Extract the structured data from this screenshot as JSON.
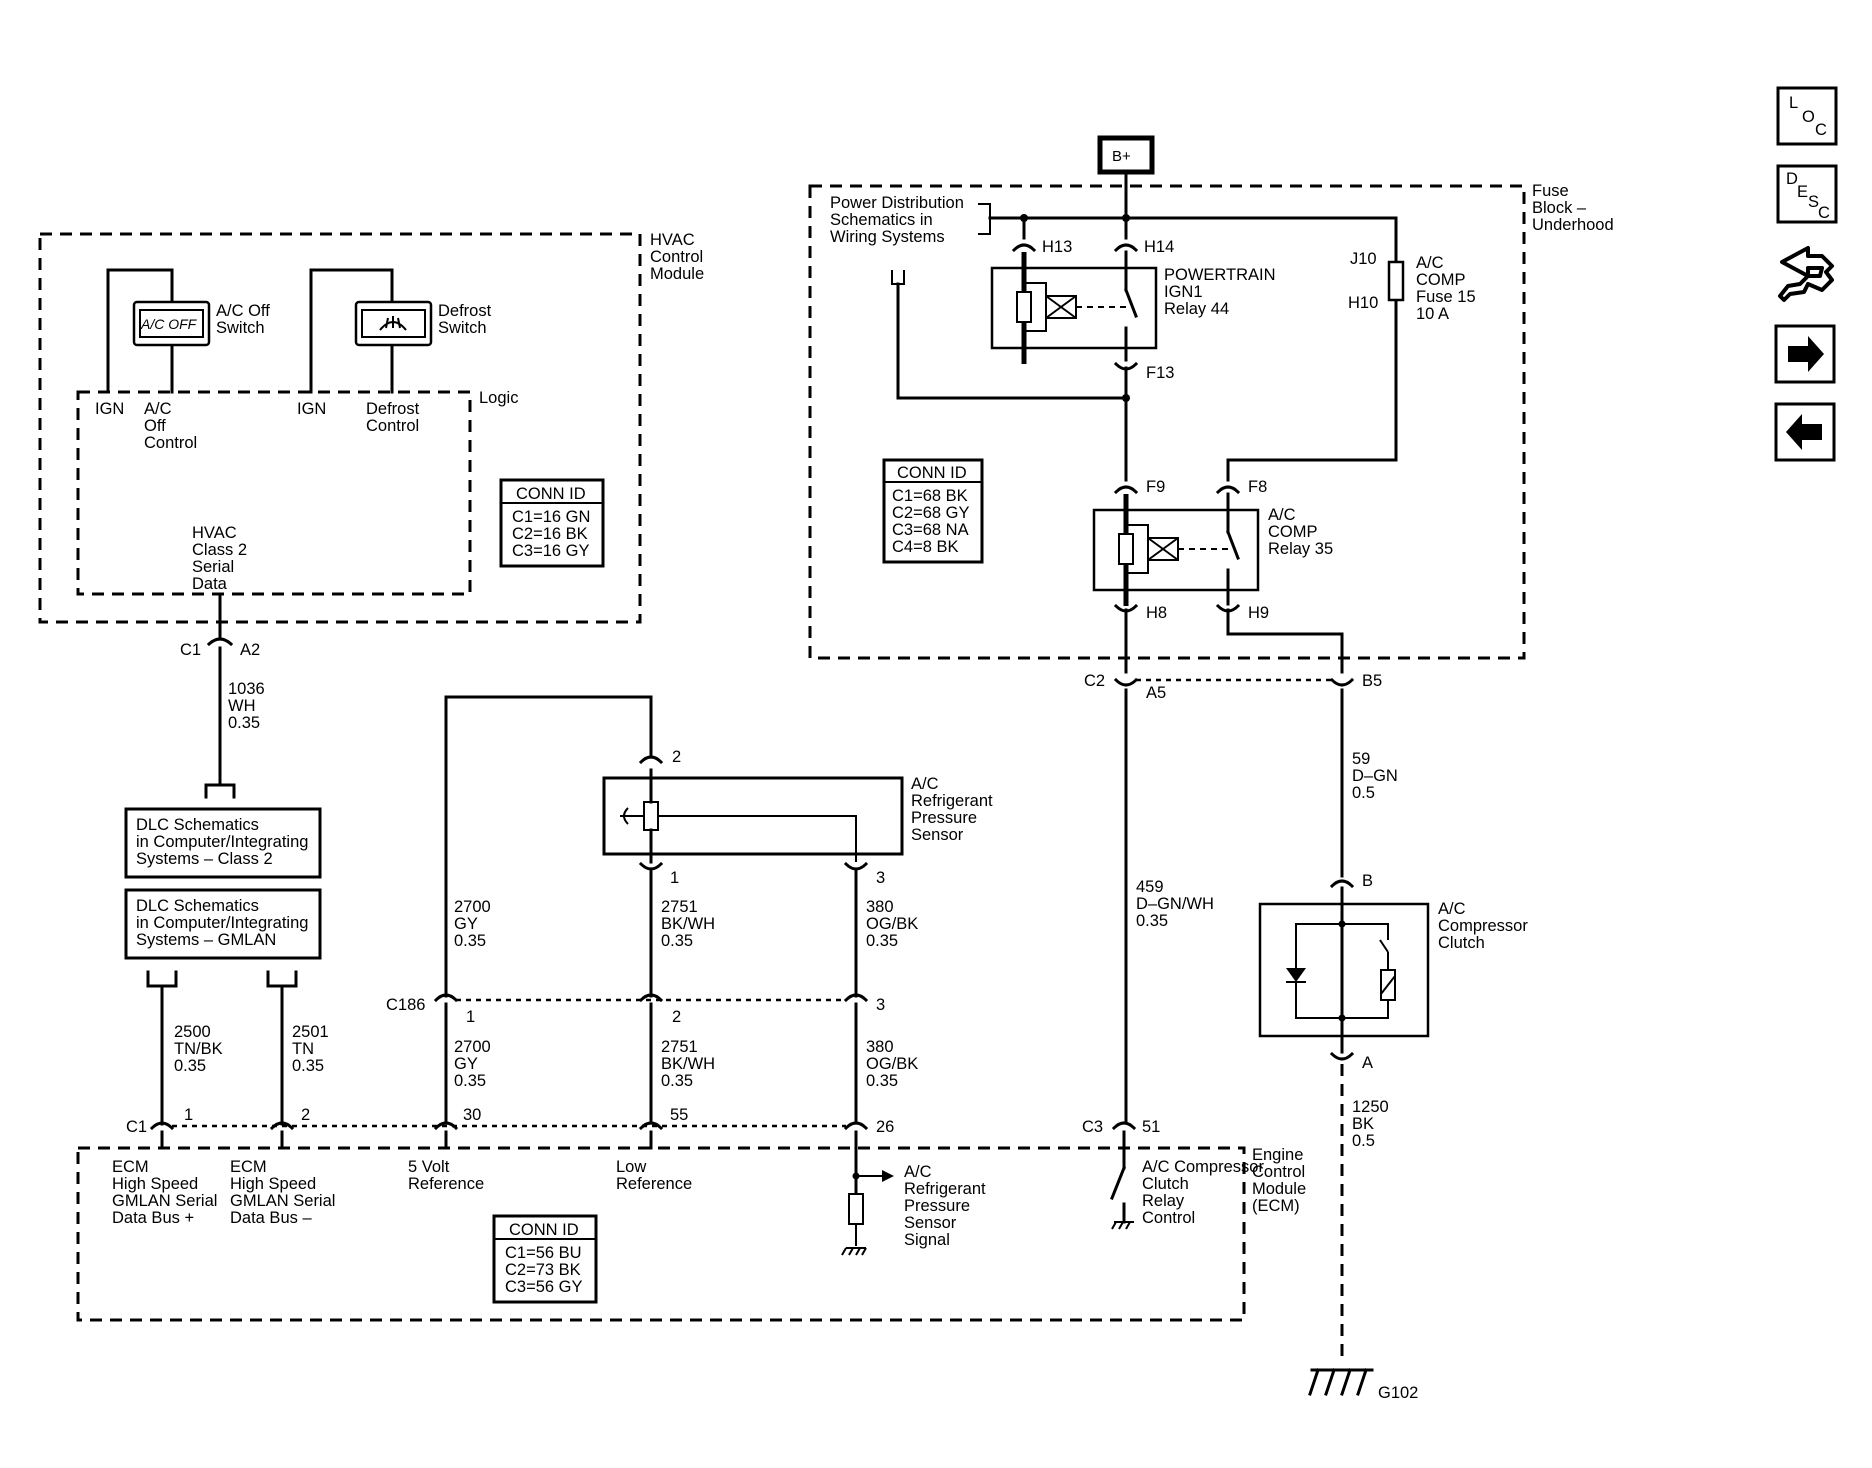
{
  "nav": {
    "loc": {
      "l": "L",
      "o": "O",
      "c": "C"
    },
    "desc": {
      "d": "D",
      "e": "E",
      "s": "S",
      "c": "C"
    }
  },
  "hvac": {
    "title": [
      "HVAC",
      "Control",
      "Module"
    ],
    "ac_off_face": "A/C OFF",
    "ac_off_switch": [
      "A/C Off",
      "Switch"
    ],
    "defrost_switch": [
      "Defrost",
      "Switch"
    ],
    "logic": "Logic",
    "ign1": "IGN",
    "ac_off_control": [
      "A/C",
      "Off",
      "Control"
    ],
    "ign2": "IGN",
    "defrost_control": [
      "Defrost",
      "Control"
    ],
    "serial_data": [
      "HVAC",
      "Class 2",
      "Serial",
      "Data"
    ],
    "conn_id": {
      "title": "CONN ID",
      "lines": [
        "C1=16 GN",
        "C2=16 BK",
        "C3=16 GY"
      ]
    },
    "conn_c1": "C1",
    "conn_a2": "A2",
    "wire": [
      "1036",
      "WH",
      "0.35"
    ]
  },
  "dlc": {
    "class2": [
      "DLC Schematics",
      "in Computer/Integrating",
      "Systems – Class 2"
    ],
    "gmlan": [
      "DLC Schematics",
      "in Computer/Integrating",
      "Systems – GMLAN"
    ],
    "wire1": [
      "2500",
      "TN/BK",
      "0.35"
    ],
    "wire2": [
      "2501",
      "TN",
      "0.35"
    ]
  },
  "sensor": {
    "name": [
      "A/C",
      "Refrigerant",
      "Pressure",
      "Sensor"
    ],
    "pin2": "2",
    "pin1": "1",
    "pin3": "3",
    "wire_5v": [
      "2700",
      "GY",
      "0.35"
    ],
    "wire_low": [
      "2751",
      "BK/WH",
      "0.35"
    ],
    "wire_sig": [
      "380",
      "OG/BK",
      "0.35"
    ]
  },
  "c186": {
    "label": "C186",
    "pin1": "1",
    "pin2": "2",
    "pin3": "3"
  },
  "ecm": {
    "title": [
      "Engine",
      "Control",
      "Module",
      "(ECM)"
    ],
    "c1": "C1",
    "pin1": "1",
    "pin2": "2",
    "pin30": "30",
    "pin55": "55",
    "pin26": "26",
    "c3": "C3",
    "pin51": "51",
    "bus_plus": [
      "ECM",
      "High Speed",
      "GMLAN Serial",
      "Data Bus +"
    ],
    "bus_minus": [
      "ECM",
      "High Speed",
      "GMLAN Serial",
      "Data Bus –"
    ],
    "five_volt": [
      "5 Volt",
      "Reference"
    ],
    "low_ref": [
      "Low",
      "Reference"
    ],
    "sensor_signal": [
      "A/C",
      "Refrigerant",
      "Pressure",
      "Sensor",
      "Signal"
    ],
    "clutch_control": [
      "A/C Compressor",
      "Clutch",
      "Relay",
      "Control"
    ],
    "conn_id": {
      "title": "CONN ID",
      "lines": [
        "C1=56 BU",
        "C2=73 BK",
        "C3=56 GY"
      ]
    }
  },
  "fuse_block": {
    "title": [
      "Fuse",
      "Block –",
      "Underhood"
    ],
    "bplus": "B+",
    "power_dist": [
      "Power Distribution",
      "Schematics in",
      "Wiring Systems"
    ],
    "h13": "H13",
    "h14": "H14",
    "f13": "F13",
    "powertrain_relay": [
      "POWERTRAIN",
      "IGN1",
      "Relay 44"
    ],
    "j10": "J10",
    "h10": "H10",
    "fuse": [
      "A/C",
      "COMP",
      "Fuse 15",
      "10 A"
    ],
    "f9": "F9",
    "f8": "F8",
    "h8": "H8",
    "h9": "H9",
    "comp_relay": [
      "A/C",
      "COMP",
      "Relay 35"
    ],
    "conn_id": {
      "title": "CONN ID",
      "lines": [
        "C1=68 BK",
        "C2=68 GY",
        "C3=68 NA",
        "C4=8 BK"
      ]
    },
    "c2": "C2",
    "a5": "A5",
    "b5": "B5"
  },
  "wires": {
    "w459": [
      "459",
      "D–GN/WH",
      "0.35"
    ],
    "w59": [
      "59",
      "D–GN",
      "0.5"
    ],
    "w1250": [
      "1250",
      "BK",
      "0.5"
    ]
  },
  "clutch": {
    "name": [
      "A/C",
      "Compressor",
      "Clutch"
    ],
    "pin_b": "B",
    "pin_a": "A"
  },
  "ground": "G102"
}
